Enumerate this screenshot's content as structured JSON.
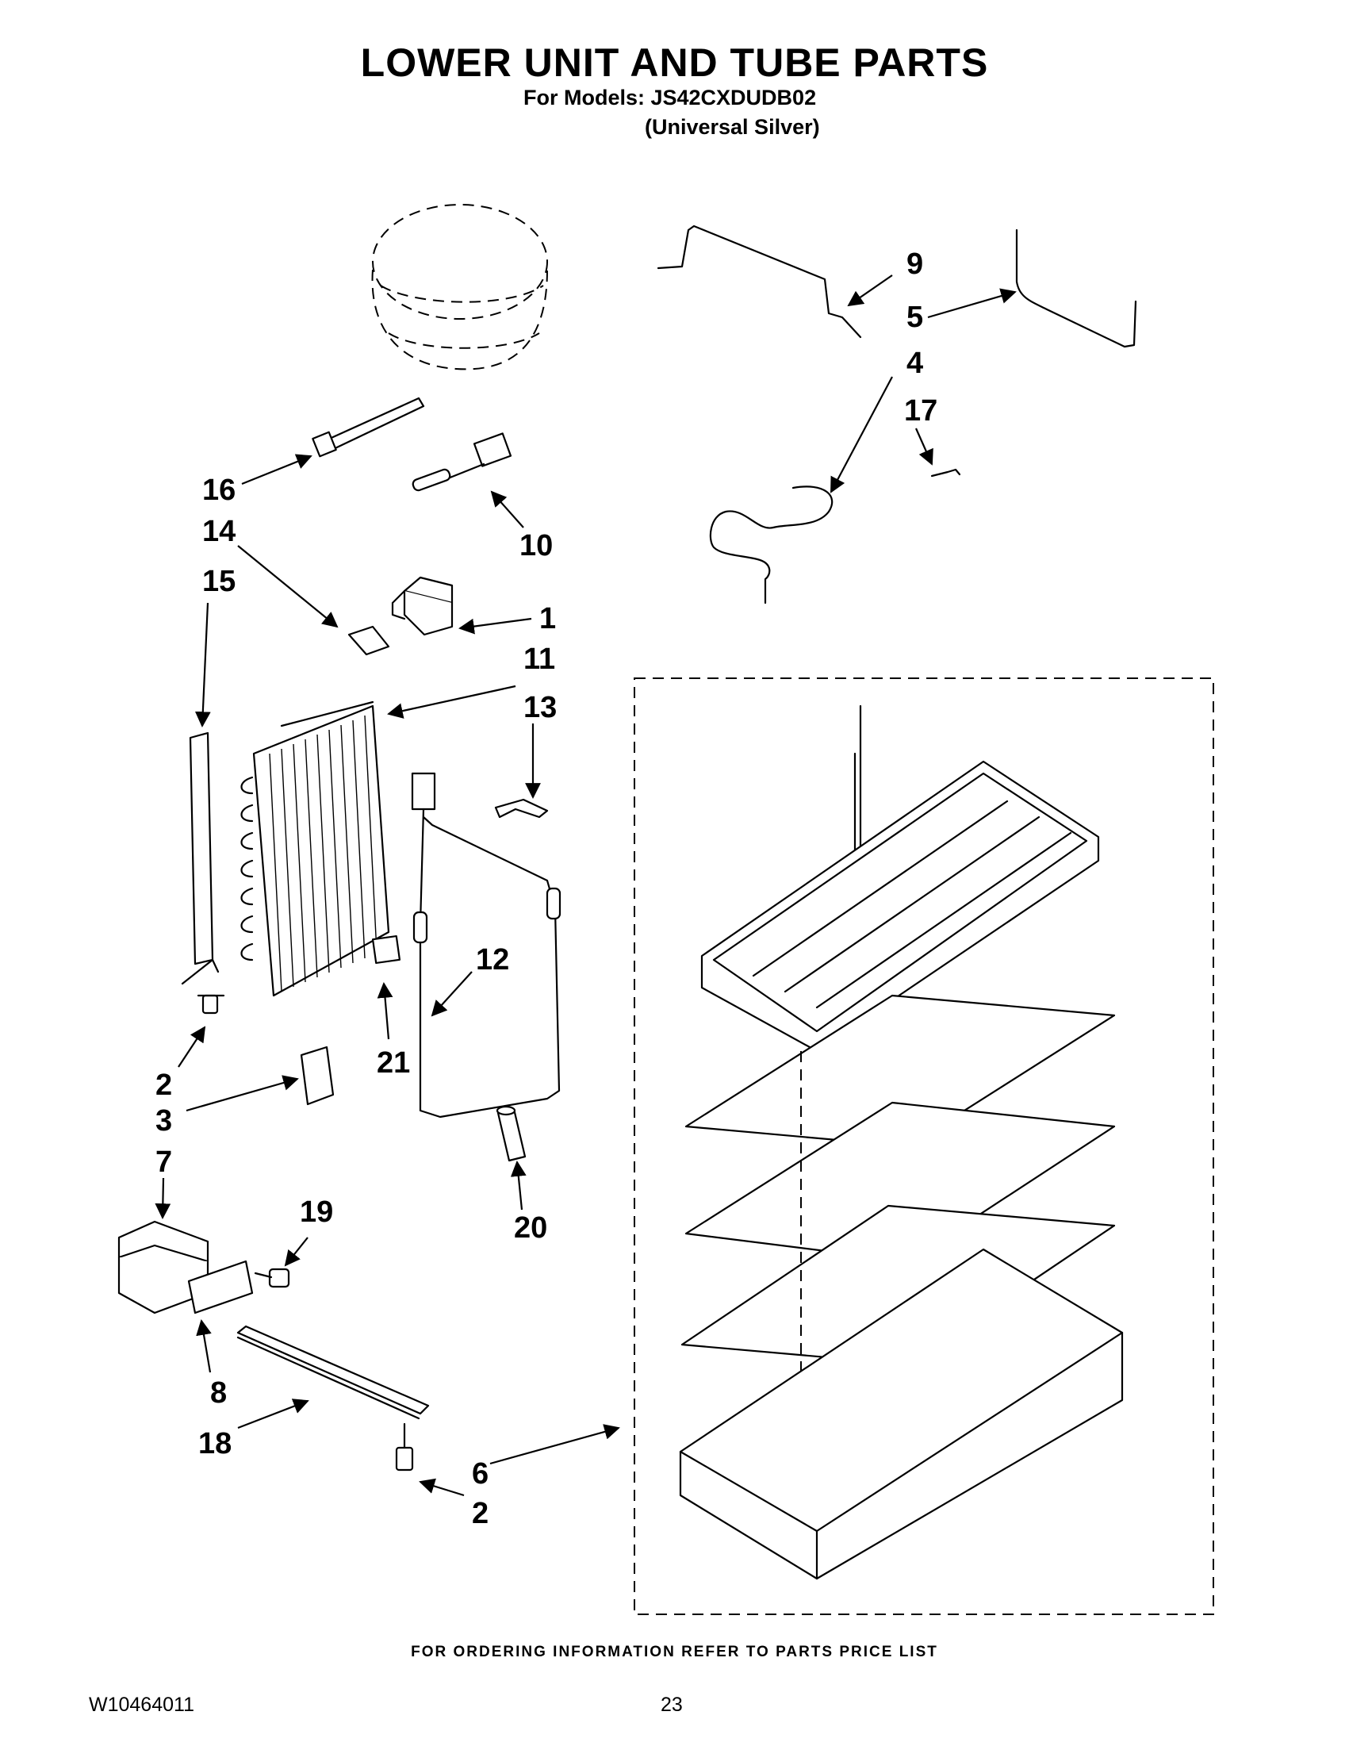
{
  "header": {
    "title": "LOWER UNIT AND TUBE PARTS",
    "models_line": "For Models: JS42CXDUDB02",
    "color_line": "(Universal Silver)"
  },
  "callouts": [
    "1",
    "2",
    "2",
    "3",
    "4",
    "5",
    "6",
    "7",
    "8",
    "9",
    "10",
    "11",
    "12",
    "13",
    "14",
    "15",
    "16",
    "17",
    "18",
    "19",
    "20",
    "21"
  ],
  "footer": {
    "ordering_note": "FOR ORDERING INFORMATION REFER TO PARTS PRICE LIST",
    "doc_number": "W10464011",
    "page_number": "23"
  }
}
